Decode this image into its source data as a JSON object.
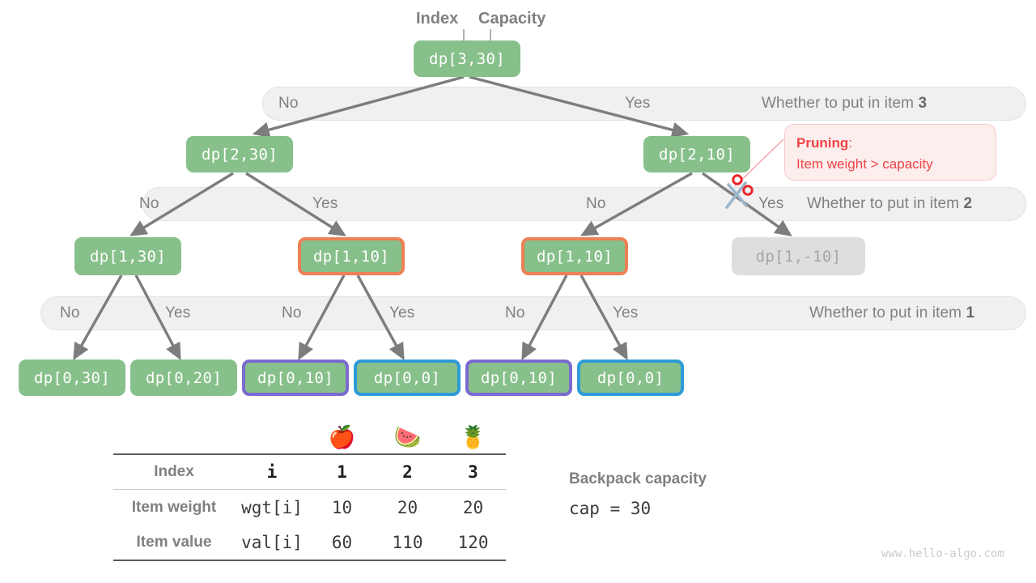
{
  "top_labels": {
    "index": "Index",
    "capacity": "Capacity"
  },
  "nodes": {
    "root": "dp[3,30]",
    "l2_left": "dp[2,30]",
    "l2_right": "dp[2,10]",
    "l1_a": "dp[1,30]",
    "l1_b": "dp[1,10]",
    "l1_c": "dp[1,10]",
    "l1_d": "dp[1,-10]",
    "l0_a": "dp[0,30]",
    "l0_b": "dp[0,20]",
    "l0_c": "dp[0,10]",
    "l0_d": "dp[0,0]",
    "l0_e": "dp[0,10]",
    "l0_f": "dp[0,0]"
  },
  "bands": [
    {
      "no": "No",
      "yes": "Yes",
      "question": "Whether to put in item ",
      "item": "3"
    },
    {
      "no_1": "No",
      "yes_1": "Yes",
      "no_2": "No",
      "yes_2": "Yes",
      "question": "Whether to put in item ",
      "item": "2"
    },
    {
      "no_1": "No",
      "yes_1": "Yes",
      "no_2": "No",
      "yes_2": "Yes",
      "no_3": "No",
      "yes_3": "Yes",
      "question": "Whether to put in item ",
      "item": "1"
    }
  ],
  "pruning": {
    "title": "Pruning",
    "colon": ":",
    "text": "Item weight > capacity"
  },
  "table": {
    "row_labels": [
      "Index",
      "Item weight",
      "Item value"
    ],
    "symbols": [
      "i",
      "wgt[i]",
      "val[i]"
    ],
    "emojis": [
      "🍎",
      "🍉",
      "🍍"
    ],
    "index": [
      "1",
      "2",
      "3"
    ],
    "weight": [
      "10",
      "20",
      "20"
    ],
    "value": [
      "60",
      "110",
      "120"
    ]
  },
  "capacity_note": {
    "label": "Backpack capacity",
    "value": "cap = 30"
  },
  "watermark": "www.hello-algo.com",
  "colors": {
    "node_green": "#87c08a",
    "node_muted": "#dedede",
    "border_orange": "#ee8055",
    "border_purple": "#7b6bd0",
    "border_blue": "#2e9bd8",
    "band_bg": "#f0f0f0",
    "text_gray": "#808080",
    "prune_red": "#ef4444",
    "edge_gray": "#7d7d7d"
  }
}
